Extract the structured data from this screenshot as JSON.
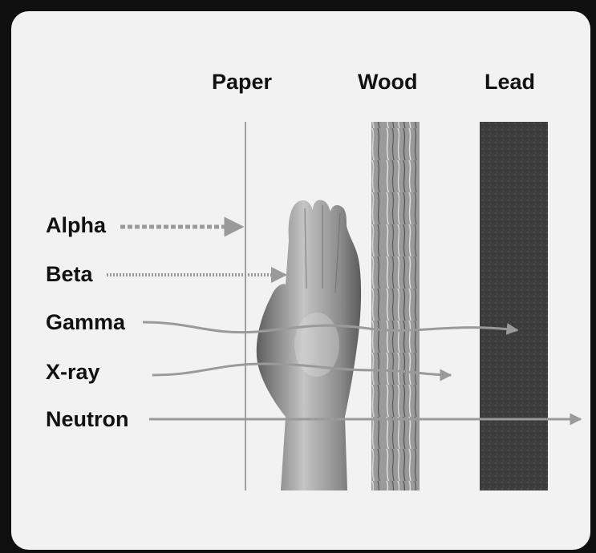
{
  "barriers": {
    "paper": "Paper",
    "wood": "Wood",
    "lead": "Lead"
  },
  "radiation": {
    "alpha": "Alpha",
    "beta": "Beta",
    "gamma": "Gamma",
    "xray": "X-ray",
    "neutron": "Neutron"
  },
  "colors": {
    "arrow": "#9a9a9a",
    "lead": "#3c3c3c",
    "wood": "#8e8e8e",
    "hand": "#a4a4a4",
    "card": "#f2f2f2",
    "frame": "#0f0f0f"
  }
}
